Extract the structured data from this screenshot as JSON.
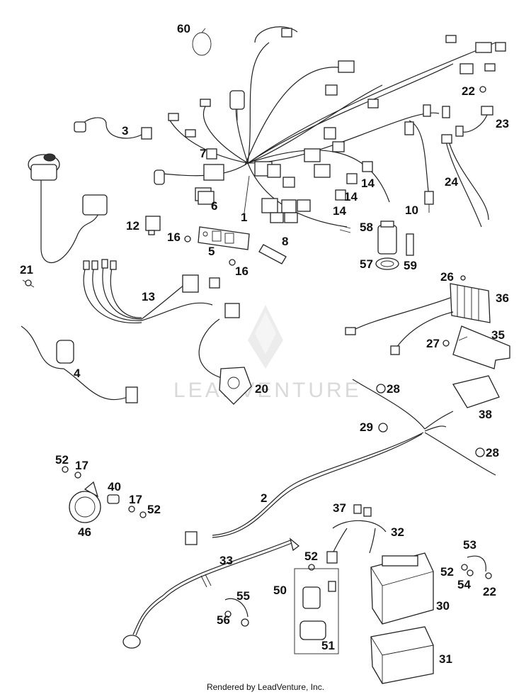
{
  "watermark": "LEADVENTURE",
  "credit": "Rendered by LeadVenture, Inc.",
  "labels": {
    "l1": "1",
    "l2": "2",
    "l3": "3",
    "l4": "4",
    "l5": "5",
    "l6": "6",
    "l7": "7",
    "l8": "8",
    "l10": "10",
    "l12": "12",
    "l13": "13",
    "l14a": "14",
    "l14b": "14",
    "l14c": "14",
    "l16a": "16",
    "l16b": "16",
    "l17a": "17",
    "l17b": "17",
    "l20": "20",
    "l21": "21",
    "l22a": "22",
    "l22b": "22",
    "l23": "23",
    "l24": "24",
    "l26": "26",
    "l27": "27",
    "l28a": "28",
    "l28b": "28",
    "l29": "29",
    "l30": "30",
    "l31": "31",
    "l32": "32",
    "l33": "33",
    "l35": "35",
    "l36": "36",
    "l37": "37",
    "l38": "38",
    "l40": "40",
    "l46": "46",
    "l50": "50",
    "l51": "51",
    "l52a": "52",
    "l52b": "52",
    "l52c": "52",
    "l52d": "52",
    "l53": "53",
    "l54": "54",
    "l55": "55",
    "l56": "56",
    "l57": "57",
    "l58": "58",
    "l59": "59",
    "l60": "60"
  }
}
